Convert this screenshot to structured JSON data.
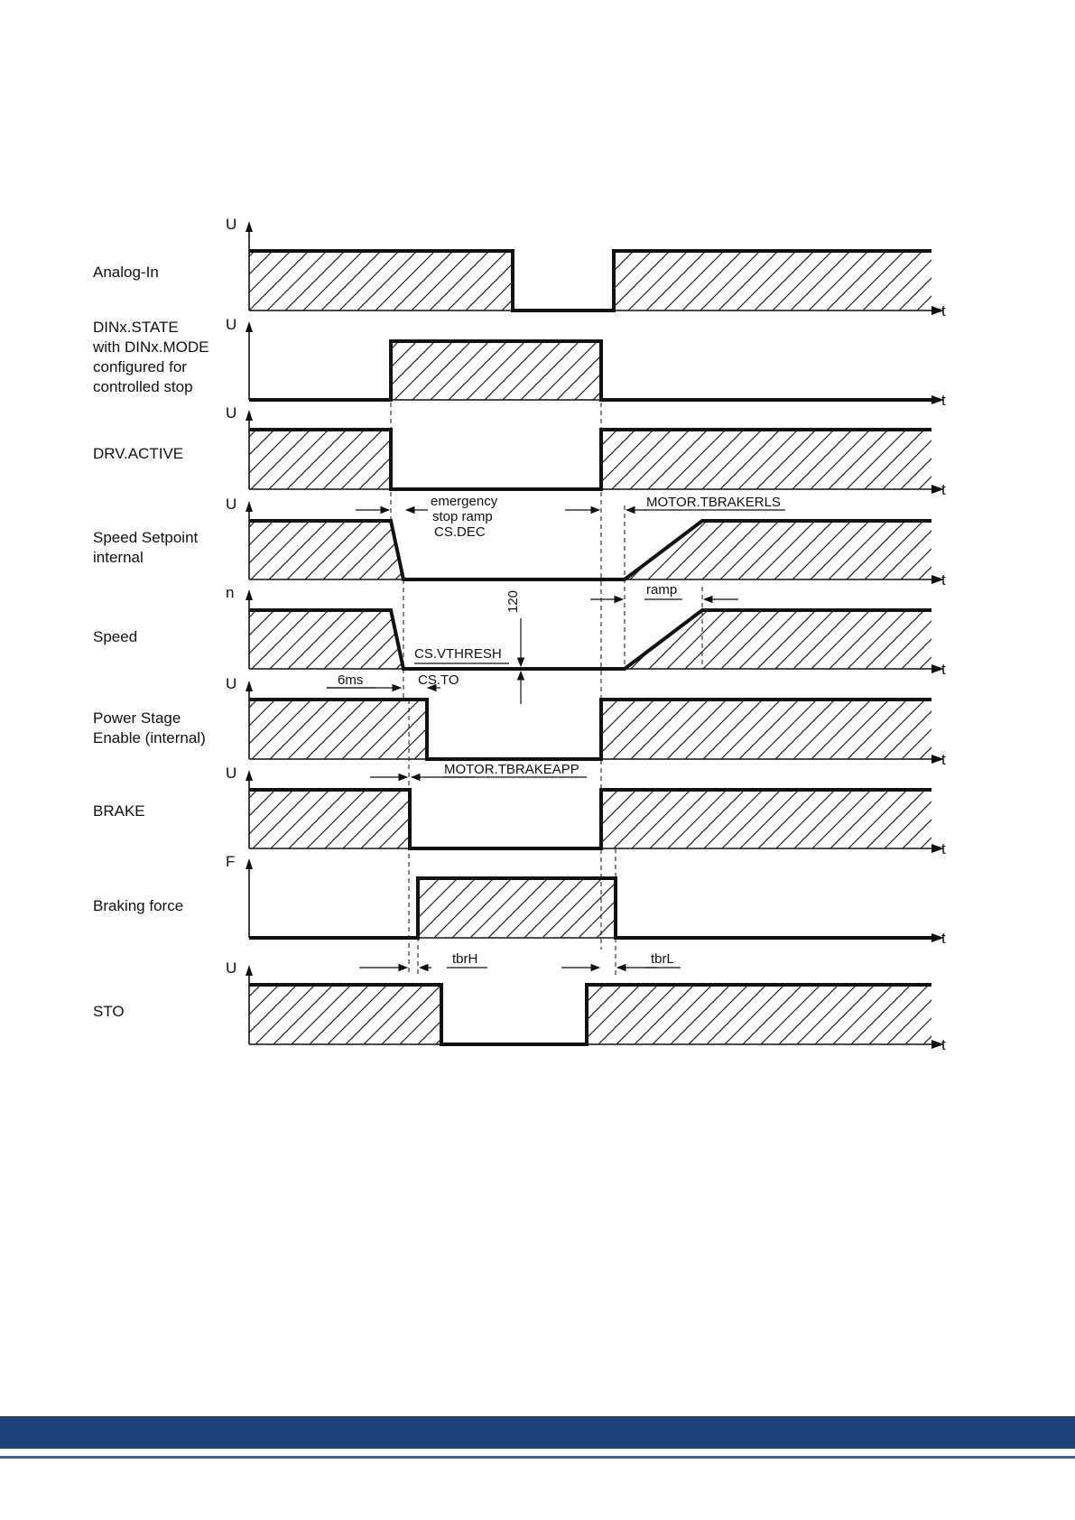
{
  "colors": {
    "ink": "#111111",
    "footer_band": "#1c4279",
    "footer_line": "#2f64a8"
  },
  "axes": {
    "t": "t"
  },
  "signals": [
    {
      "id": "analog-in",
      "label": [
        "Analog-In"
      ],
      "axis": "U"
    },
    {
      "id": "din-state",
      "label": [
        "DINx.STATE",
        "with DINx.MODE",
        "configured for",
        "controlled stop"
      ],
      "axis": "U"
    },
    {
      "id": "drv-active",
      "label": [
        "DRV.ACTIVE"
      ],
      "axis": "U"
    },
    {
      "id": "speed-setpoint",
      "label": [
        "Speed Setpoint",
        "internal"
      ],
      "axis": "U"
    },
    {
      "id": "speed",
      "label": [
        "Speed"
      ],
      "axis": "n"
    },
    {
      "id": "power-stage",
      "label": [
        "Power Stage",
        "Enable (internal)"
      ],
      "axis": "U"
    },
    {
      "id": "brake",
      "label": [
        "BRAKE"
      ],
      "axis": "U"
    },
    {
      "id": "braking-force",
      "label": [
        "Braking force"
      ],
      "axis": "F"
    },
    {
      "id": "sto",
      "label": [
        "STO"
      ],
      "axis": "U"
    }
  ],
  "annotations": {
    "emergency": [
      "emergency",
      "stop ramp",
      "CS.DEC"
    ],
    "tbrakerls": "MOTOR.TBRAKERLS",
    "ramp": "ramp",
    "value_120": "120",
    "vthresh": "CS.VTHRESH",
    "six_ms": "6ms",
    "cs_to": "CS.TO",
    "tbrakeapp": "MOTOR.TBRAKEAPP",
    "tbrh": "tbrH",
    "tbrl": "tbrL"
  }
}
